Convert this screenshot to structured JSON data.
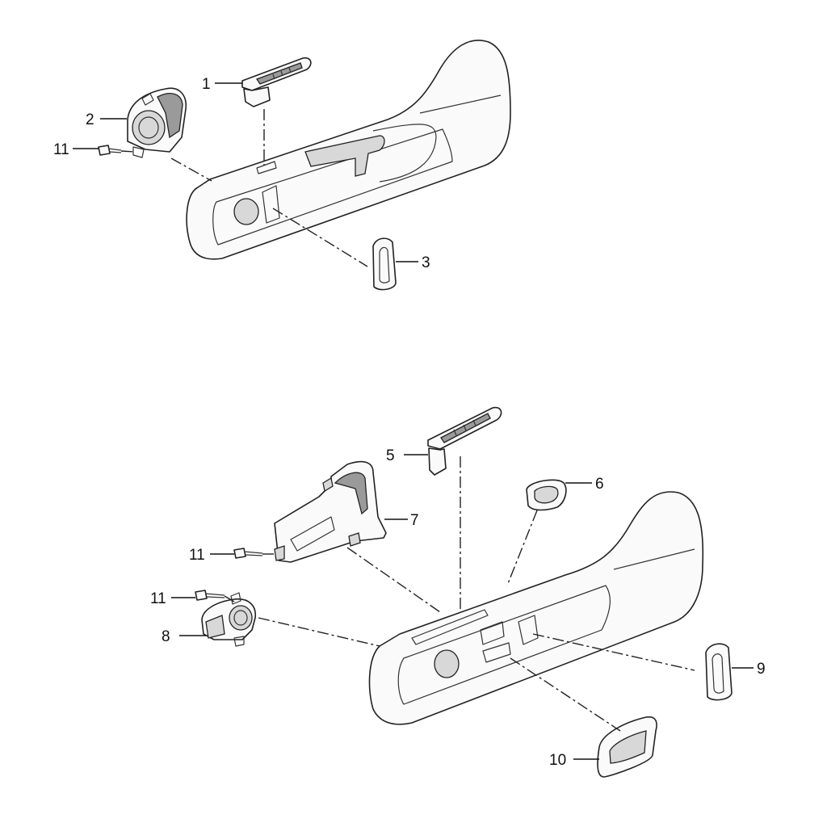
{
  "callouts": {
    "c1": "1",
    "c2": "2",
    "c3": "3",
    "c5": "5",
    "c6": "6",
    "c7": "7",
    "c8": "8",
    "c9": "9",
    "c10": "10",
    "c11a": "11",
    "c11b": "11",
    "c11c": "11"
  }
}
